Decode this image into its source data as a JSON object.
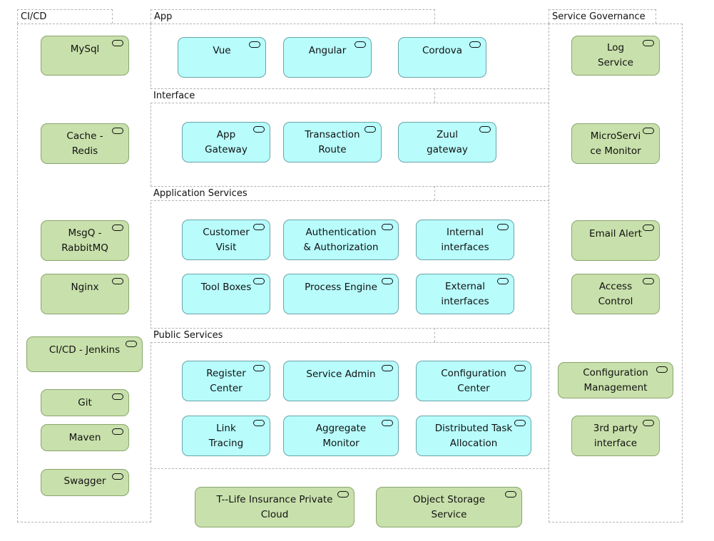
{
  "groups": {
    "cicd": "CI/CD",
    "app": "App",
    "interface": "Interface",
    "application_services": "Application Services",
    "public_services": "Public Services",
    "governance": "Service Governance"
  },
  "cicd_items": [
    "MySql",
    "Cache -\nRedis",
    "MsgQ -\nRabbitMQ",
    "Nginx",
    "CI/CD - Jenkins",
    "Git",
    "Maven",
    "Swagger"
  ],
  "app_items": [
    "Vue",
    "Angular",
    "Cordova"
  ],
  "interface_items": [
    "App\nGateway",
    "Transaction\nRoute",
    "Zuul\ngateway"
  ],
  "application_services_items": [
    "Customer\nVisit",
    "Authentication\n& Authorization",
    "Internal\ninterfaces",
    "Tool Boxes",
    "Process Engine",
    "External\ninterfaces"
  ],
  "public_services_items": [
    "Register\nCenter",
    "Service Admin",
    "Configuration\nCenter",
    "Link\nTracing",
    "Aggregate\nMonitor",
    "Distributed Task\nAllocation"
  ],
  "bottom_items": [
    "T--Life Insurance Private\nCloud",
    "Object Storage\nService"
  ],
  "governance_items": [
    "Log\nService",
    "MicroServi\nce Monitor",
    "Email Alert",
    "Access\nControl",
    "Configuration\nManagement",
    "3rd party\ninterface"
  ],
  "colors": {
    "green": "#c8e0ab",
    "cyan": "#b8fcfc",
    "border": "#b3b3b3"
  }
}
